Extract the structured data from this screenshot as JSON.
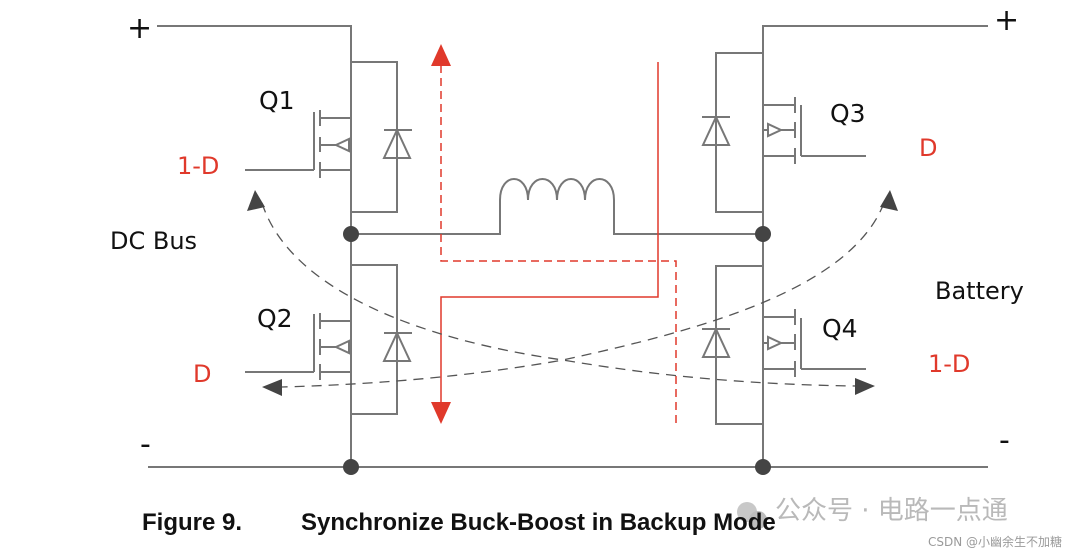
{
  "figure": {
    "caption_number": "Figure 9.",
    "caption_title": "Synchronize Buck-Boost in Backup Mode"
  },
  "labels": {
    "left_plus": "+",
    "left_minus": "-",
    "right_plus": "+",
    "right_minus": "-",
    "left_side": "DC Bus",
    "right_side": "Battery"
  },
  "switches": [
    {
      "name": "Q1",
      "duty": "1-D"
    },
    {
      "name": "Q2",
      "duty": "D"
    },
    {
      "name": "Q3",
      "duty": "D"
    },
    {
      "name": "Q4",
      "duty": "1-D"
    }
  ],
  "colors": {
    "wire": "#777777",
    "current_path": "#e0392b",
    "flow_arrow": "#404040",
    "duty_text": "#e0392b"
  },
  "watermark": {
    "account": "公众号 · 电路一点通",
    "source": "CSDN @小幽余生不加糖"
  }
}
